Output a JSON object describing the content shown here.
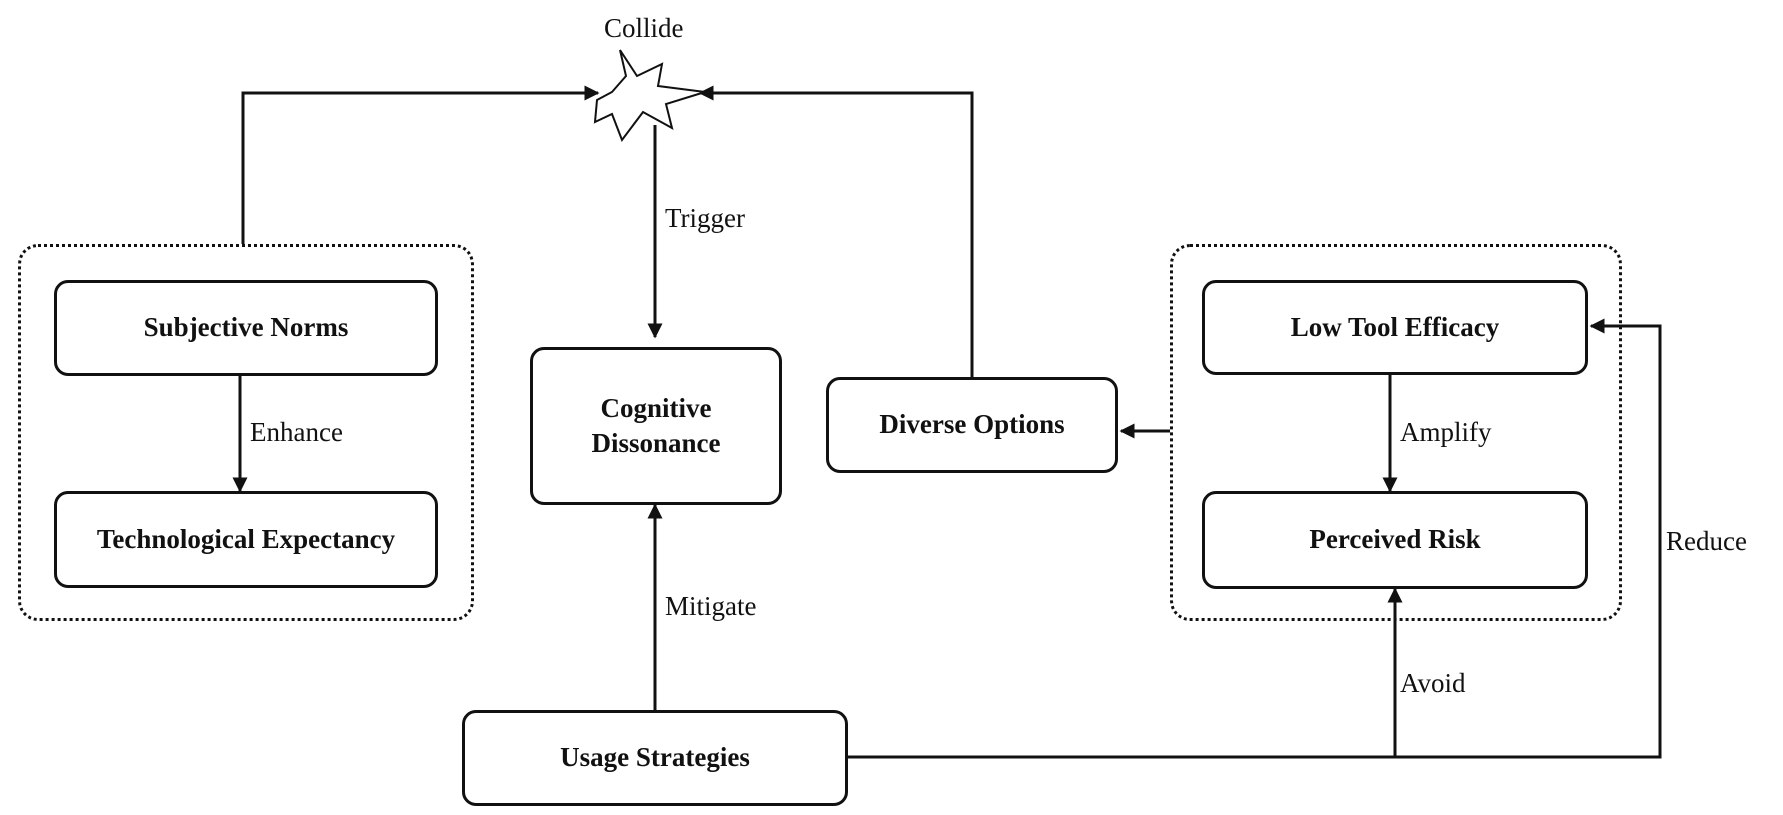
{
  "nodes": {
    "subjective_norms": "Subjective Norms",
    "technological_expectancy": "Technological Expectancy",
    "cognitive_dissonance": "Cognitive Dissonance",
    "diverse_options": "Diverse Options",
    "low_tool_efficacy": "Low Tool Efficacy",
    "perceived_risk": "Perceived Risk",
    "usage_strategies": "Usage Strategies"
  },
  "edges": {
    "collide": "Collide",
    "trigger": "Trigger",
    "enhance": "Enhance",
    "amplify": "Amplify",
    "mitigate": "Mitigate",
    "avoid": "Avoid",
    "reduce": "Reduce"
  }
}
